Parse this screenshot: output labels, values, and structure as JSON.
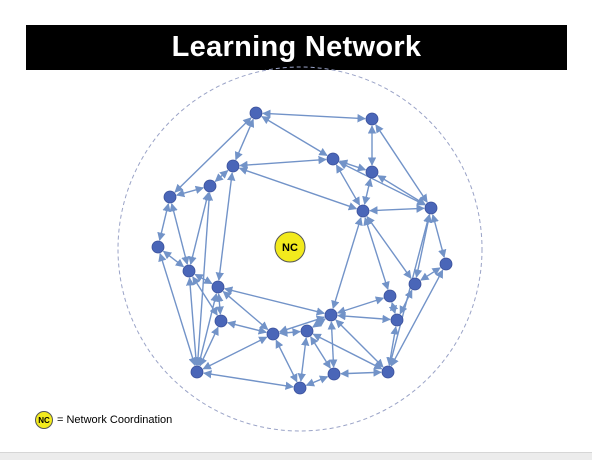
{
  "slide": {
    "title": "Learning Network"
  },
  "center_node": {
    "label": "NC",
    "fill": "#f2ea1d"
  },
  "legend": {
    "badge": "NC",
    "text": "= Network Coordination"
  },
  "colors": {
    "node": "#4a66b8",
    "edge": "#7293c8",
    "boundary": "#9aa3c7",
    "title_bg": "#000000"
  }
}
